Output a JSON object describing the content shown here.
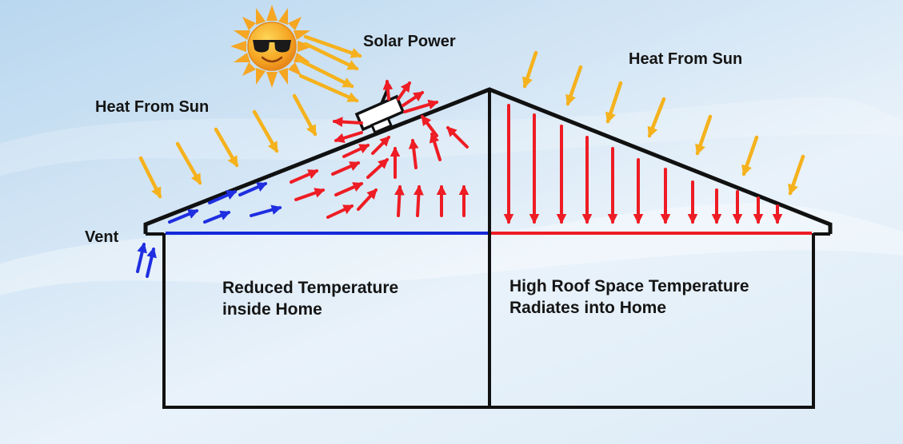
{
  "labels": {
    "heat_left": "Heat From Sun",
    "heat_right": "Heat From Sun",
    "solar_power": "Solar Power",
    "vent": "Vent",
    "left_room_line1": "Reduced Temperature",
    "left_room_line2": "inside Home",
    "right_room_line1": "High Roof Space Temperature",
    "right_room_line2": "Radiates into Home"
  },
  "colors": {
    "sun_ray": "#f5b21d",
    "hot_air": "#ee1c24",
    "cool_air": "#1f2ee0",
    "cool_ceiling": "#1428d8",
    "hot_ceiling": "#ee1c24",
    "outline": "#111111",
    "sun_face": "#f5a623"
  },
  "icons": {
    "sun": "sun-with-sunglasses-icon",
    "solar_fan": "solar-roof-fan-icon"
  }
}
